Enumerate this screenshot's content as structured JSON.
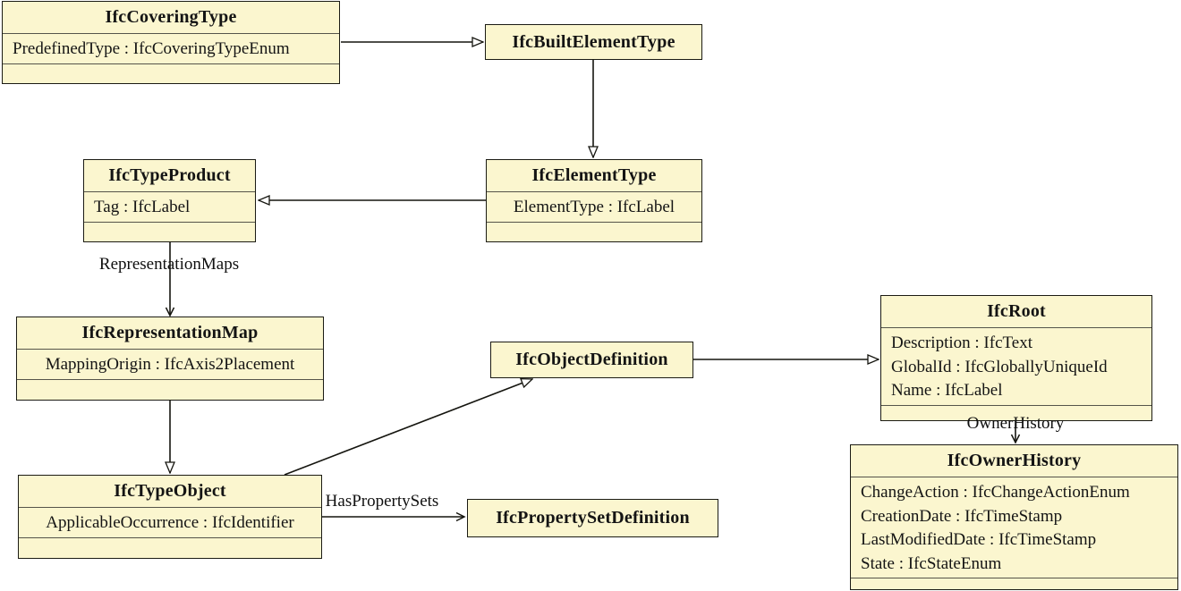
{
  "diagram": {
    "type": "uml-class-diagram",
    "classes": [
      {
        "name": "IfcCoveringType",
        "attributes": [
          "PredefinedType : IfcCoveringTypeEnum"
        ]
      },
      {
        "name": "IfcBuiltElementType",
        "attributes": []
      },
      {
        "name": "IfcTypeProduct",
        "attributes": [
          "Tag : IfcLabel"
        ]
      },
      {
        "name": "IfcElementType",
        "attributes": [
          "ElementType : IfcLabel"
        ]
      },
      {
        "name": "IfcRepresentationMap",
        "attributes": [
          "MappingOrigin : IfcAxis2Placement"
        ]
      },
      {
        "name": "IfcObjectDefinition",
        "attributes": []
      },
      {
        "name": "IfcRoot",
        "attributes": [
          "Description : IfcText",
          "GlobalId : IfcGloballyUniqueId",
          "Name : IfcLabel"
        ]
      },
      {
        "name": "IfcTypeObject",
        "attributes": [
          "ApplicableOccurrence : IfcIdentifier"
        ]
      },
      {
        "name": "IfcPropertySetDefinition",
        "attributes": []
      },
      {
        "name": "IfcOwnerHistory",
        "attributes": [
          "ChangeAction : IfcChangeActionEnum",
          "CreationDate : IfcTimeStamp",
          "LastModifiedDate : IfcTimeStamp",
          "State : IfcStateEnum"
        ]
      }
    ],
    "relationships": [
      {
        "from": "IfcCoveringType",
        "to": "IfcBuiltElementType",
        "kind": "generalization",
        "label": ""
      },
      {
        "from": "IfcBuiltElementType",
        "to": "IfcElementType",
        "kind": "generalization",
        "label": ""
      },
      {
        "from": "IfcElementType",
        "to": "IfcTypeProduct",
        "kind": "generalization",
        "label": ""
      },
      {
        "from": "IfcTypeProduct",
        "to": "IfcRepresentationMap",
        "kind": "association",
        "label": "RepresentationMaps"
      },
      {
        "from": "IfcRepresentationMap",
        "to": "IfcTypeObject",
        "kind": "generalization",
        "label": ""
      },
      {
        "from": "IfcTypeObject",
        "to": "IfcObjectDefinition",
        "kind": "generalization",
        "label": ""
      },
      {
        "from": "IfcObjectDefinition",
        "to": "IfcRoot",
        "kind": "generalization",
        "label": ""
      },
      {
        "from": "IfcRoot",
        "to": "IfcOwnerHistory",
        "kind": "association",
        "label": "OwnerHistory"
      },
      {
        "from": "IfcTypeObject",
        "to": "IfcPropertySetDefinition",
        "kind": "association",
        "label": "HasPropertySets"
      }
    ],
    "colors": {
      "class_fill": "#FBF6CF",
      "border": "#1B1B14",
      "divider": "#55544A",
      "background": "#FFFFFF"
    }
  }
}
